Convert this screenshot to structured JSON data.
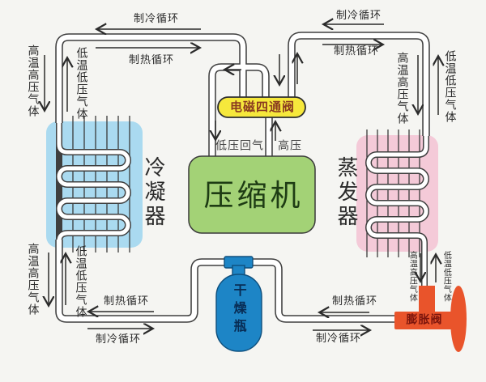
{
  "labels": {
    "cooling_cycle": "制冷循环",
    "heating_cycle": "制热循环",
    "hot_high_pressure_gas": "高温高压气体",
    "cold_low_pressure_gas": "低温低压气体",
    "condenser": "冷凝器",
    "evaporator": "蒸发器",
    "compressor": "压缩机",
    "four_way_valve": "电磁四通阀",
    "low_pressure_return": "低压回气",
    "high_pressure": "高压",
    "drying_bottle": "干燥瓶",
    "expansion_valve": "膨胀阀"
  },
  "colors": {
    "condenser": "#aadaf0",
    "evaporator": "#f4cad8",
    "compressor": "#a3d276",
    "valve": "#f6e83c",
    "bottle": "#1d85c6",
    "expansion": "#e9542b",
    "pipe_outline": "#3f3f3f",
    "text": "#2b2b2b"
  }
}
